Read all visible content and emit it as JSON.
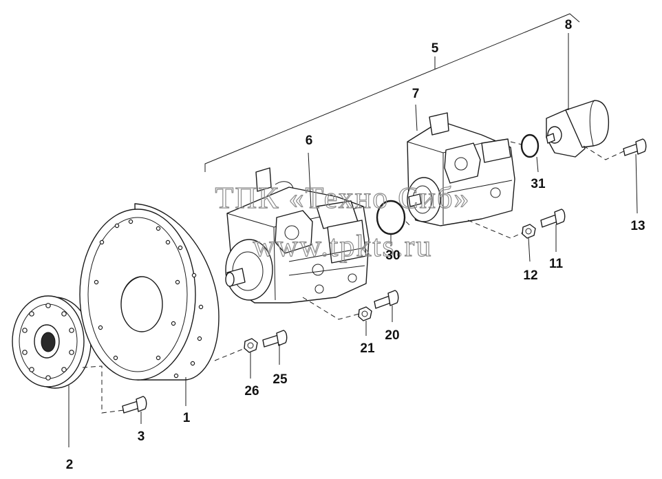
{
  "watermark": {
    "line1": "ТПК «Техно Сиб»",
    "line2": "www.tpkts.ru"
  },
  "callouts": [
    {
      "id": "1",
      "text": "1"
    },
    {
      "id": "2",
      "text": "2"
    },
    {
      "id": "3",
      "text": "3"
    },
    {
      "id": "5",
      "text": "5"
    },
    {
      "id": "6",
      "text": "6"
    },
    {
      "id": "7",
      "text": "7"
    },
    {
      "id": "8",
      "text": "8"
    },
    {
      "id": "11",
      "text": "11"
    },
    {
      "id": "12",
      "text": "12"
    },
    {
      "id": "13",
      "text": "13"
    },
    {
      "id": "20",
      "text": "20"
    },
    {
      "id": "21",
      "text": "21"
    },
    {
      "id": "25",
      "text": "25"
    },
    {
      "id": "26",
      "text": "26"
    },
    {
      "id": "30",
      "text": "30"
    },
    {
      "id": "31",
      "text": "31"
    }
  ],
  "colors": {
    "ink": "#1a1a1a",
    "watermark": "#8a8a8a",
    "background": "#ffffff"
  }
}
